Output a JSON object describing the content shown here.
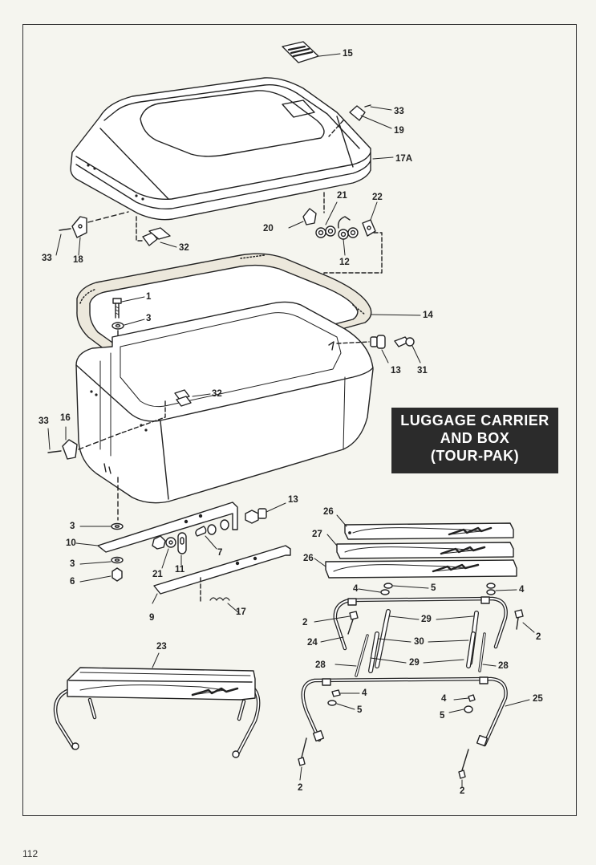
{
  "title": {
    "line1": "LUGGAGE CARRIER",
    "line2": "AND BOX",
    "line3": "(TOUR-PAK)"
  },
  "page_number": "112",
  "callouts": [
    "15",
    "33",
    "19",
    "17A",
    "21",
    "22",
    "20",
    "32",
    "33",
    "18",
    "12",
    "1",
    "3",
    "14",
    "13",
    "31",
    "32",
    "33",
    "16",
    "13",
    "26",
    "3",
    "10",
    "7",
    "27",
    "3",
    "21",
    "11",
    "26",
    "6",
    "5",
    "4",
    "4",
    "9",
    "17",
    "2",
    "29",
    "2",
    "24",
    "30",
    "28",
    "29",
    "28",
    "23",
    "4",
    "4",
    "25",
    "5",
    "5",
    "2",
    "2"
  ]
}
